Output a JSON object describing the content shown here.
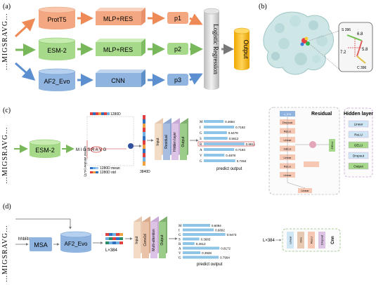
{
  "panel_labels": {
    "a": "(a)",
    "b": "(b)",
    "c": "(c)",
    "d": "(d)"
  },
  "sequence": "…MIGSRAVG…",
  "panel_a": {
    "models": [
      "ProtT5",
      "ESM-2",
      "AF2_Evo"
    ],
    "heads": [
      "MLP+RES",
      "MLP+RES",
      "CNN"
    ],
    "probs": [
      "p1",
      "p2",
      "p3"
    ],
    "logistic": "Logistic Regression",
    "output": "Output"
  },
  "panel_b": {
    "res1": "S 396",
    "res2": "C 396",
    "d1": "6.8",
    "d2": "7.2",
    "d3": "5.8"
  },
  "panel_c": {
    "model": "ESM-2",
    "seq_label": "M I G S R A V G",
    "window": "context window (±L/2)",
    "dim_top": "1280D",
    "dim_mean": "1280D mean",
    "dim_std": "1280D std",
    "concat_dim": "3840D",
    "layers": [
      "Input",
      "Residual",
      "Hidden layer",
      "Output"
    ],
    "preds": [
      {
        "aa": "M",
        "v": "0.4684"
      },
      {
        "aa": "I",
        "v": "0.7192"
      },
      {
        "aa": "G",
        "v": "0.5478"
      },
      {
        "aa": "S",
        "v": "0.5612"
      },
      {
        "aa": "R",
        "v": "0.9611"
      },
      {
        "aa": "A",
        "v": "0.7193"
      },
      {
        "aa": "V",
        "v": "0.4878"
      },
      {
        "aa": "G",
        "v": "0.7464"
      }
    ],
    "pred_label": "predict output",
    "residual_title": "Residual",
    "residual_blocks": [
      "x_0^k",
      "Dropout",
      "ReLU",
      "Linear",
      "GELU",
      "Linear",
      "ReLU",
      "Linear"
    ],
    "residual_side": "GELU",
    "residual_add": "Linear",
    "hidden_title": "Hidden layer",
    "hidden_blocks": [
      "Linear",
      "ReLU",
      "GELU",
      "Dropout",
      "Output"
    ]
  },
  "panel_d": {
    "hhblits": "hhblits",
    "msa": "MSA",
    "model": "AF2_Evo",
    "dim": "L×384",
    "layers": [
      "Input",
      "Conv1d",
      "Multi-attention",
      "Output"
    ],
    "preds": [
      {
        "aa": "M",
        "v": "0.6094"
      },
      {
        "aa": "I",
        "v": "0.6892"
      },
      {
        "aa": "G",
        "v": "0.9473"
      },
      {
        "aa": "S",
        "v": "0.3683"
      },
      {
        "aa": "R",
        "v": "0.2612"
      },
      {
        "aa": "A",
        "v": "0.8172"
      },
      {
        "aa": "V",
        "v": "0.3928"
      },
      {
        "aa": "G",
        "v": "0.7994"
      }
    ],
    "pred_label": "predict output",
    "cnn_label": "L×384",
    "cnn_title": "Cnn",
    "cnn_blocks": [
      "Linear",
      "Cnn",
      "ReLU",
      "Dropout"
    ]
  },
  "colors": {
    "orange": "#f4a882",
    "orange_arrow": "#ee8a55",
    "green": "#a6d98a",
    "green_arrow": "#79b85a",
    "blue": "#8fb4df",
    "blue_arrow": "#5b8fcf",
    "output": "#f5b400",
    "gray": "#c9c9c9",
    "bar": "#8ec5e6",
    "residual_block": "#f6c8b4"
  }
}
